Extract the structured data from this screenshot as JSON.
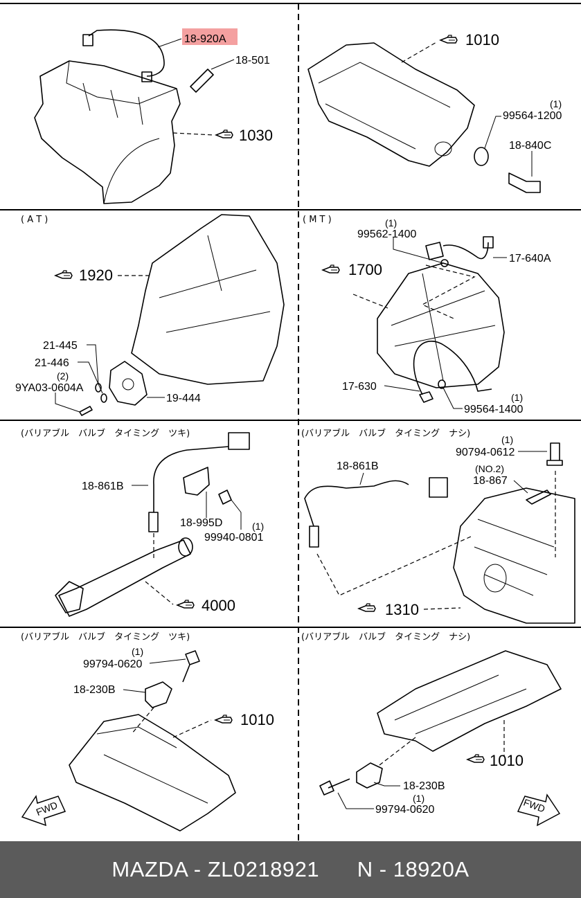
{
  "highlight_color": "#f4a0a0",
  "footer": {
    "text": "MAZDA - ZL0218921      N - 18920A"
  },
  "sections": {
    "s2l": "( A T )",
    "s2r": "( M T )",
    "s3l": "(バリアブル　バルブ　タイミング　ツキ)",
    "s3r": "(バリアブル　バルブ　タイミング　ナシ)",
    "s4l": "(バリアブル　バルブ　タイミング　ツキ)",
    "s4r": "(バリアブル　バルブ　タイミング　ナシ)"
  },
  "labels": {
    "p18920A": "18-920A",
    "p18501": "18-501",
    "r1030": "1030",
    "r1010a": "1010",
    "p99564_1200": "99564-1200",
    "q1a": "(1)",
    "p18840C": "18-840C",
    "r1920": "1920",
    "p21445": "21-445",
    "p21446": "21-446",
    "q2a": "(2)",
    "p9YA03": "9YA03-0604A",
    "p19444": "19-444",
    "q1b": "(1)",
    "p99562_1400": "99562-1400",
    "p17640A": "17-640A",
    "r1700": "1700",
    "p17630": "17-630",
    "q1c": "(1)",
    "p99564_1400": "99564-1400",
    "p18861B_l": "18-861B",
    "p18995D": "18-995D",
    "q1d": "(1)",
    "p99940": "99940-0801",
    "r4000": "4000",
    "q1e": "(1)",
    "p90794": "90794-0612",
    "p18861B_r": "18-861B",
    "qno2": "(NO.2)",
    "p18867": "18-867",
    "r1310": "1310",
    "q1f": "(1)",
    "p99794_l": "99794-0620",
    "p18230B_l": "18-230B",
    "r1010b": "1010",
    "r1010c": "1010",
    "p18230B_r": "18-230B",
    "q1g": "(1)",
    "p99794_r": "99794-0620",
    "fwd_l": "FWD",
    "fwd_r": "FWD"
  }
}
